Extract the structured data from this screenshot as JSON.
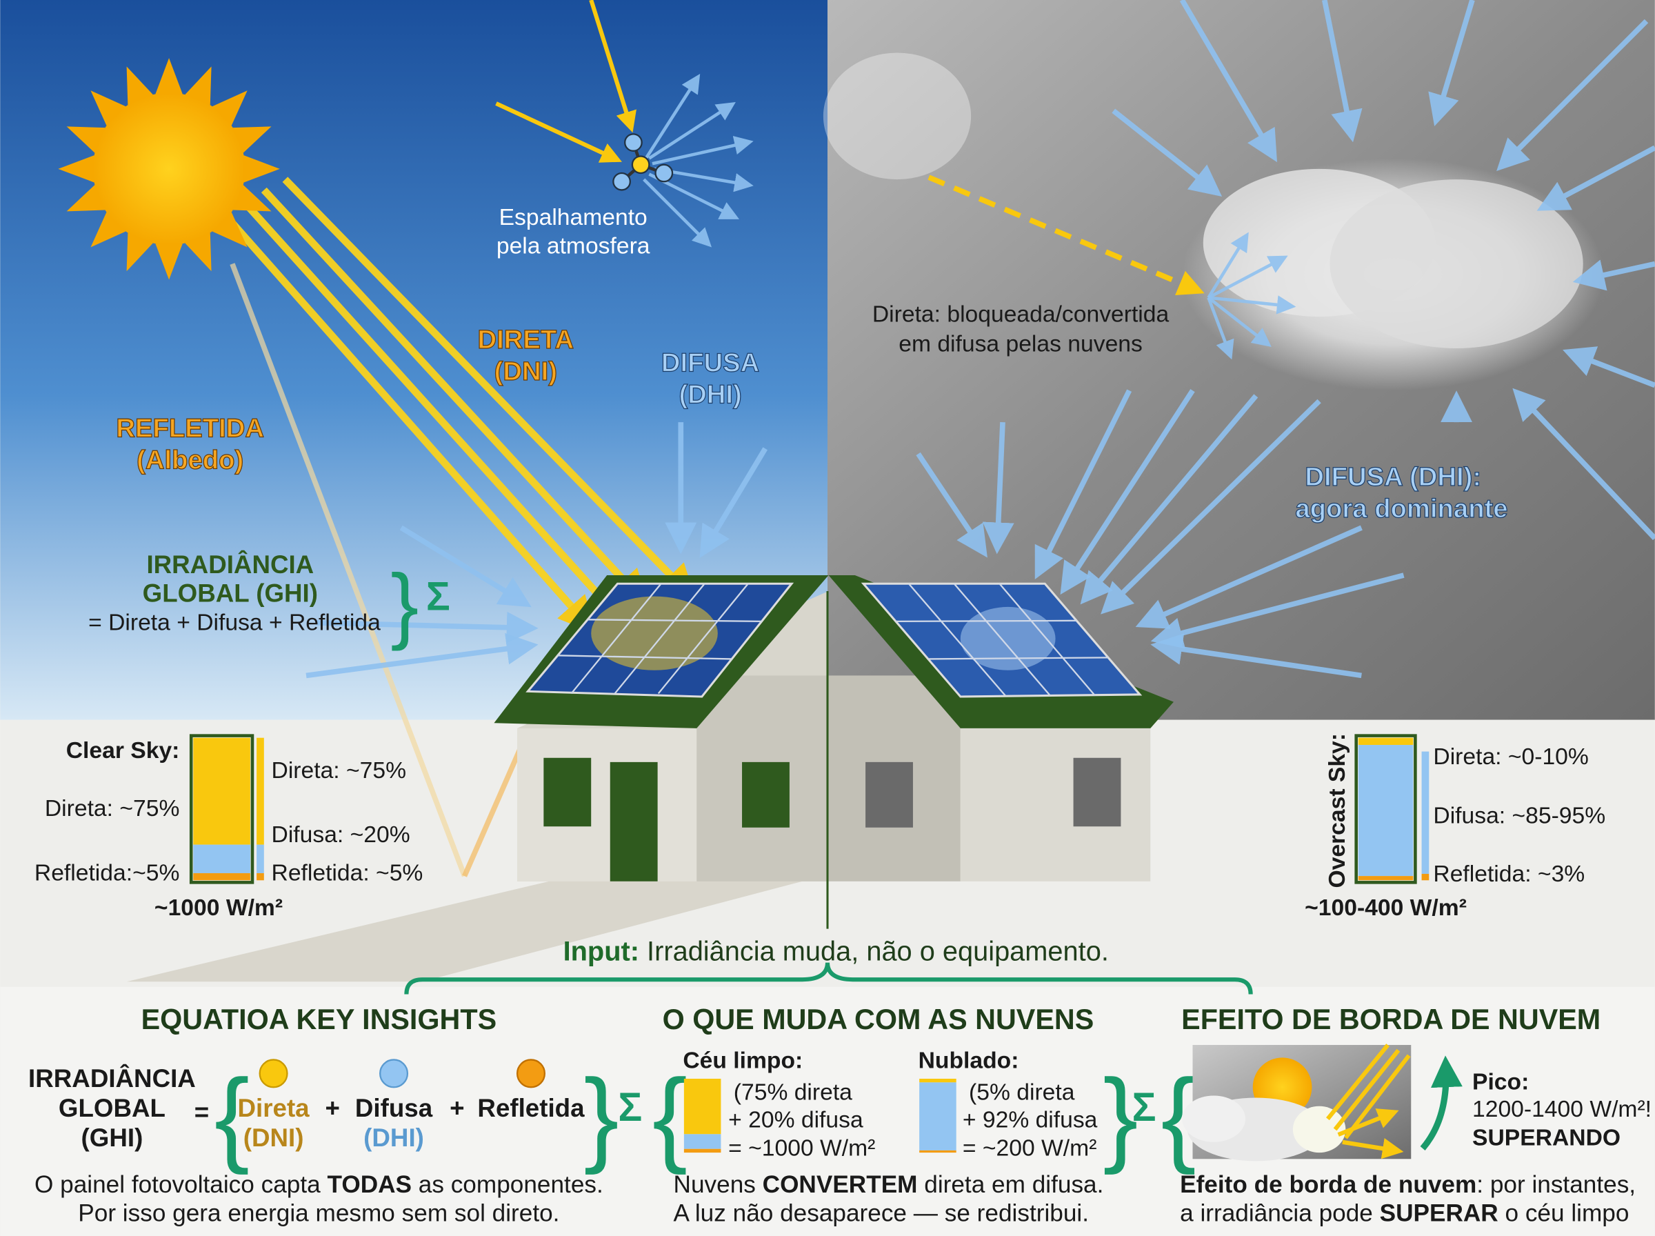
{
  "colors": {
    "direct": "#f9c80e",
    "diffuse": "#93c5f2",
    "reflected": "#f39c12",
    "accent_green": "#1a9a6a",
    "roof_green": "#2f5a1e",
    "sky_blue": "#1e5aa8",
    "overcast_gray": "#7a7a7a"
  },
  "icons": [
    "sun-icon",
    "cloud-icon",
    "scatter-molecule-icon",
    "sigma-icon",
    "up-arrow-icon",
    "solar-panel-icon",
    "house-icon"
  ],
  "sky": {
    "scatter": [
      "Espalhamento",
      "pela atmosfera"
    ],
    "direct": [
      "DIRETA",
      "(DNI)"
    ],
    "diffuse": [
      "DIFUSA",
      "(DHI)"
    ],
    "reflected": [
      "REFLETIDA",
      "(Albedo)"
    ],
    "ghi": [
      "IRRADIÂNCIA",
      "GLOBAL (GHI)",
      "= Direta + Difusa + Refletida"
    ],
    "sigma": "Σ",
    "blocked": [
      "Direta: bloqueada/convertida",
      "em difusa pelas nuvens"
    ],
    "diffuse_dominant": [
      "DIFUSA (DHI):",
      "agora dominante"
    ]
  },
  "clear_sky": {
    "title": "Clear Sky:",
    "left_labels": [
      "Direta: ~75%",
      "Refletida:~5%"
    ],
    "right_labels": [
      "Direta: ~75%",
      "Difusa: ~20%",
      "Refletida: ~5%"
    ],
    "total": "~1000 W/m²",
    "shares": {
      "direct": 75,
      "diffuse": 20,
      "reflected": 5
    }
  },
  "overcast_sky": {
    "title": "Overcast Sky:",
    "right_labels": [
      "Direta: ~0-10%",
      "Difusa: ~85-95%",
      "Refletida: ~3%"
    ],
    "total": "~100-400 W/m²",
    "shares": {
      "direct": 5,
      "diffuse": 92,
      "reflected": 3
    }
  },
  "input_note": {
    "bold": "Input:",
    "rest": " Irradiância muda, não o equipamento."
  },
  "sections": {
    "equation": {
      "title": "EQUATIOA KEY INSIGHTS",
      "lhs": [
        "IRRADIÂNCIA",
        "GLOBAL",
        "(GHI)"
      ],
      "equals": "=",
      "plus": "+",
      "terms": [
        {
          "name": "Direta",
          "abbr": "(DNI)"
        },
        {
          "name": "Difusa",
          "abbr": "(DHI)"
        },
        {
          "name": "Refletida",
          "abbr": ""
        }
      ],
      "caption1": {
        "a": "O painel fotovoltaico capta ",
        "b": "TODAS",
        "c": " as componentes."
      },
      "caption2": "Por isso gera energia mesmo sem sol direto."
    },
    "clouds": {
      "title": "O QUE MUDA COM AS NUVENS",
      "clear": {
        "title": "Céu limpo:",
        "lines": [
          "(75% direta",
          "+ 20% difusa",
          "= ~1000 W/m²"
        ],
        "shares": {
          "direct": 75,
          "diffuse": 20,
          "reflected": 5
        }
      },
      "cloudy": {
        "title": "Nublado:",
        "lines": [
          "(5% direta",
          "+ 92% difusa",
          "= ~200 W/m²"
        ],
        "shares": {
          "direct": 5,
          "diffuse": 92,
          "reflected": 3
        }
      },
      "caption1": {
        "a": "Nuvens ",
        "b": "CONVERTEM",
        "c": " direta em difusa."
      },
      "caption2": "A luz não desaparece — se redistribui."
    },
    "edge": {
      "title": "EFEITO DE BORDA DE NUVEM",
      "peak": [
        "Pico:",
        "1200-1400 W/m²!",
        "SUPERANDO"
      ],
      "caption1": {
        "b": "Efeito de borda de nuvem",
        "c": ": por instantes,"
      },
      "caption2": {
        "a": "a irradiância pode ",
        "b": "SUPERAR",
        "c": " o céu limpo"
      }
    }
  }
}
